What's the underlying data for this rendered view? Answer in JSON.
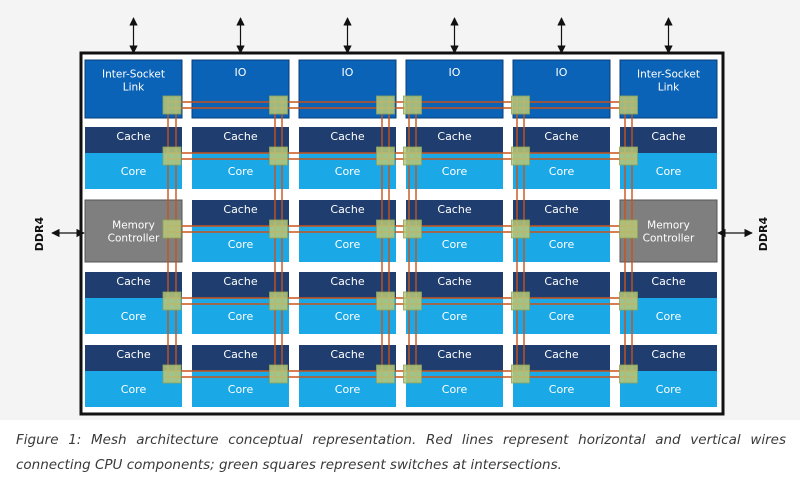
{
  "diagram": {
    "top_row": {
      "left_link": [
        "Inter-Socket",
        "Link"
      ],
      "io_label": "IO",
      "right_link": [
        "Inter-Socket",
        "Link"
      ]
    },
    "cache_label": "Cache",
    "core_label": "Core",
    "memory_controller": [
      "Memory",
      "Controller"
    ],
    "ddr_left": "DDR4",
    "ddr_right": "DDR4",
    "colors": {
      "io_block": "#0b63b7",
      "cache": "#1f3d6e",
      "core": "#1aa8e6",
      "memory_controller": "#7f7f7f",
      "wire": "#c8531b",
      "switch": "#b7c97a",
      "frame": "#111111"
    }
  },
  "caption": "Figure 1: Mesh architecture conceptual representation. Red lines represent horizontal and vertical wires connecting CPU components; green squares represent switches at intersections."
}
